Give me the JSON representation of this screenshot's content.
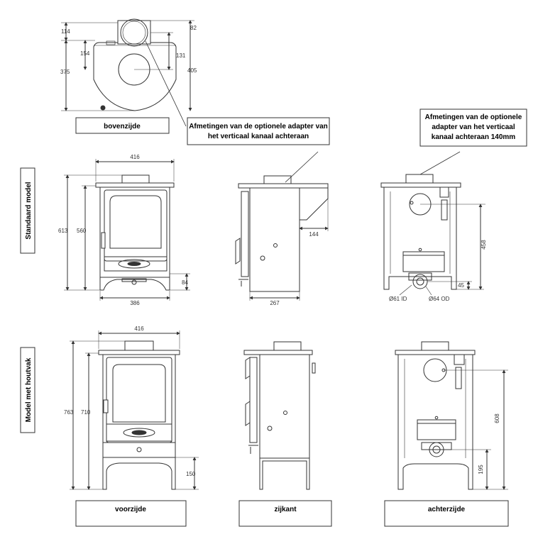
{
  "top_view": {
    "dims": [
      "114",
      "82",
      "154",
      "131",
      "375",
      "405"
    ],
    "label": "bovenzijde"
  },
  "note_left": [
    "Afmetingen van de optionele adapter van",
    "het verticaal kanaal achteraan"
  ],
  "note_right": [
    "Afmetingen van de optionele",
    "adapter van het verticaal",
    "kanaal achteraan 140mm"
  ],
  "row_labels": {
    "standard": "Standaard model",
    "log_store": "Model met houtvak"
  },
  "standard": {
    "front": {
      "width_top": "416",
      "height_total": "613",
      "height_body": "560",
      "leg_height": "84",
      "base_width": "386"
    },
    "side": {
      "adapter_depth": "144",
      "depth": "267"
    },
    "back": {
      "outlet_height": "458",
      "low_height": "45",
      "id": "Ø61 ID",
      "od": "Ø64 OD"
    }
  },
  "logstore": {
    "front": {
      "width_top": "416",
      "height_total": "763",
      "height_body": "710",
      "leg_height": "150"
    },
    "back": {
      "outlet_height": "608",
      "low_height": "195"
    }
  },
  "bottom_labels": {
    "front": "voorzijde",
    "side": "zijkant",
    "back": "achterzijde"
  }
}
